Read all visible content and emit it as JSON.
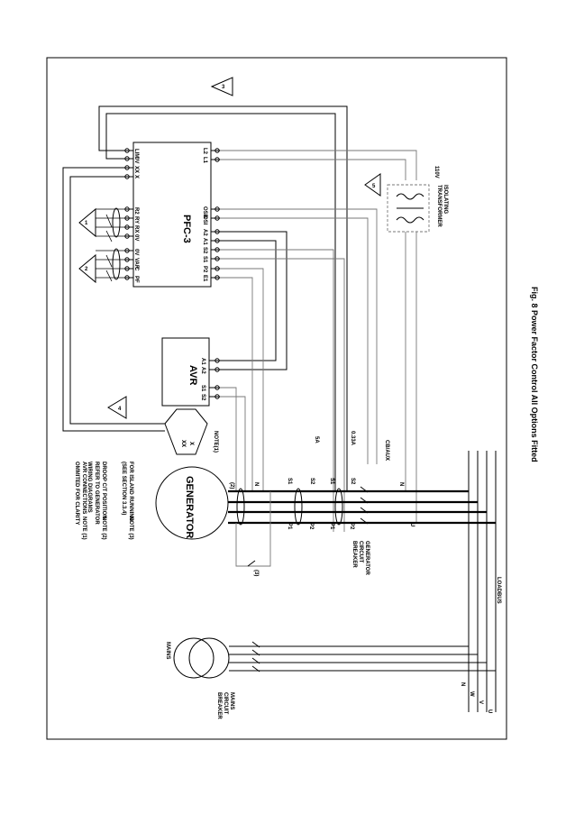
{
  "caption": "Fig. 8 Power Factor Control All Options Fitted",
  "pfc": {
    "title": "PFC-3",
    "left_terminals": [
      "LIM",
      "0V",
      "XX",
      "X",
      "R2",
      "RY",
      "RX",
      "0V",
      "0V",
      "VAR",
      "C",
      "PF"
    ],
    "right_terminals": [
      "L2",
      "L1",
      "OSB",
      "OSI",
      "A2",
      "A1",
      "S2",
      "S1",
      "P2",
      "E1"
    ]
  },
  "avr": {
    "title": "AVR",
    "terminals": [
      "A1",
      "A2",
      "S1",
      "S2"
    ]
  },
  "generator": {
    "title": "GENERATOR"
  },
  "avr_block": {
    "xx": "XX",
    "x": "X",
    "note": "NOTE(1)"
  },
  "transformer": {
    "label": "ISOLATING TRANSFORMER",
    "voltage": "110V"
  },
  "mains": {
    "label": "MAINS",
    "breaker": "MAINS CIRCUIT BREAKER"
  },
  "gen_breaker": "GENERATOR CIRCUIT BREAKER",
  "loadbus": "LOADBUS",
  "phases": [
    "N",
    "W",
    "V",
    "U"
  ],
  "ct_labels": {
    "s1": "S1",
    "s2": "S2",
    "p1": "P1",
    "p2": "P2",
    "r5a": "5A",
    "r033a": "0.33A",
    "cb_aux": "CB/AUX"
  },
  "wire_labels": {
    "n": "N",
    "u": "U",
    "n2": "(2)",
    "n3": "(3)"
  },
  "notes": [
    {
      "id": "NOTE (1)",
      "text": [
        "AVR CONNECTIONS",
        "OMMITED FOR CLARITY"
      ]
    },
    {
      "id": "NOTE (2)",
      "text": [
        "DROOP C/T POSITION:",
        "REFER TO GENERATOR",
        "WIRING DIAGRAMS"
      ]
    },
    {
      "id": "NOTE (3)",
      "text": [
        "FOR ISLAND RUNNING",
        "(SEE SECTION 3.3.4)"
      ]
    }
  ],
  "triangles": [
    "1",
    "2",
    "3",
    "4",
    "5"
  ]
}
